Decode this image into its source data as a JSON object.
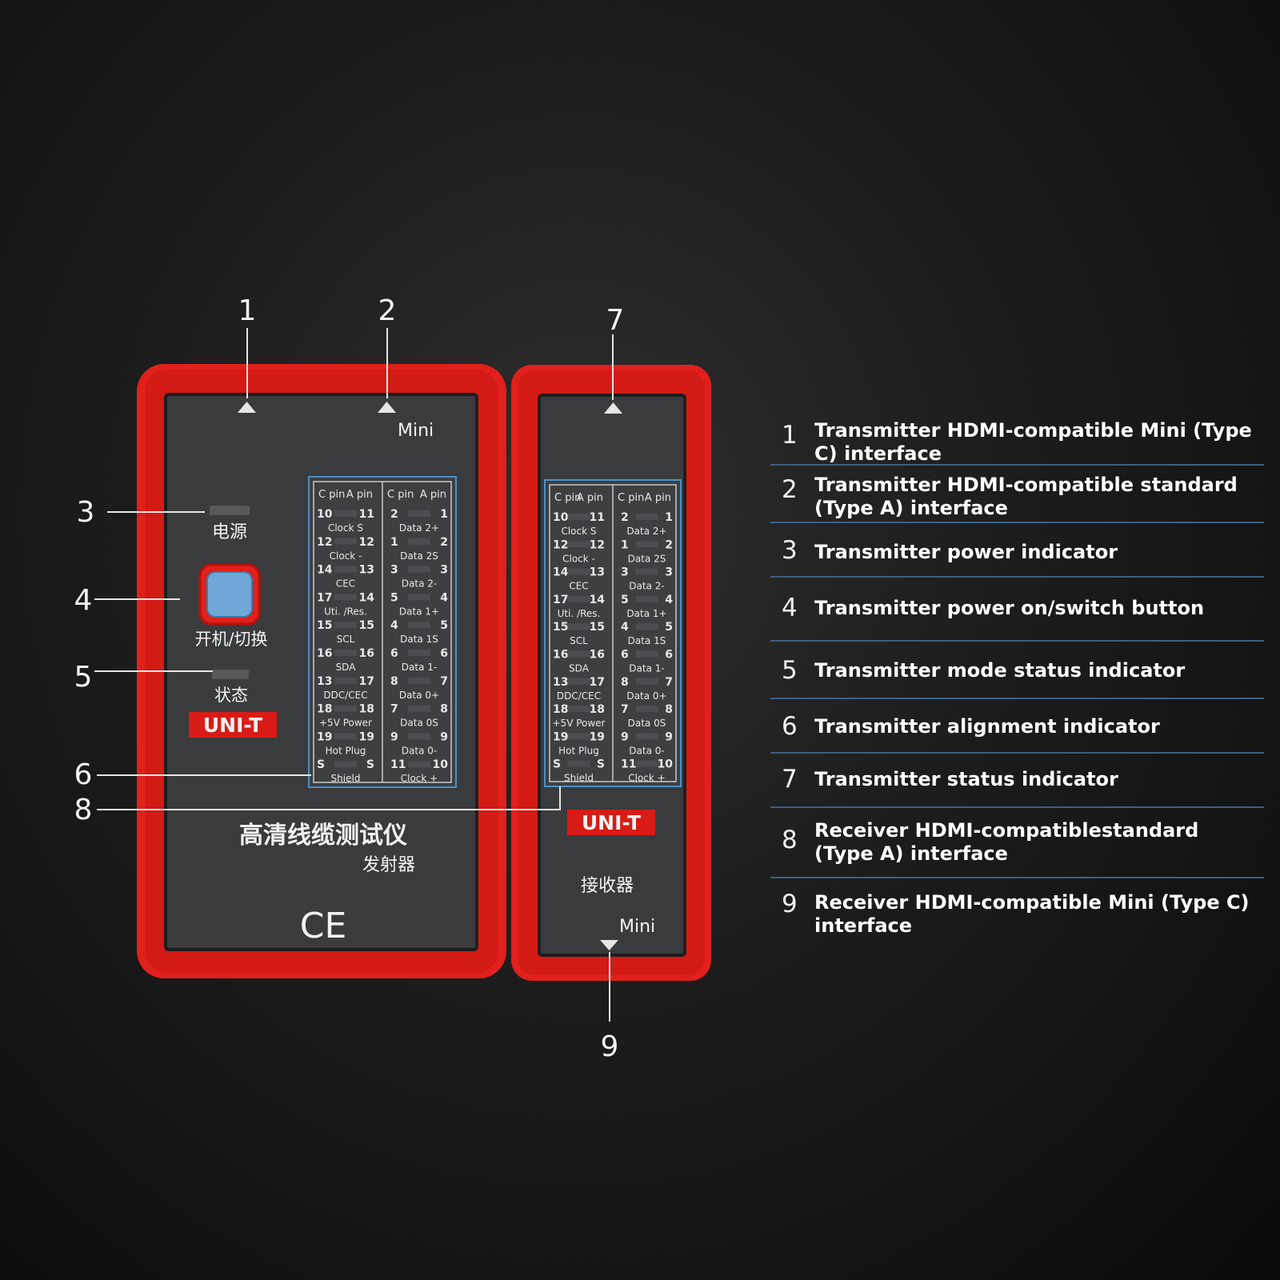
{
  "transmitter": {
    "mini_label": "Mini",
    "power_label": "电源",
    "button_label": "开机/切换",
    "status_label": "状态",
    "brand": "UNI-T",
    "title": "高清线缆测试仪",
    "subtitle": "发射器",
    "cert": "CE"
  },
  "receiver": {
    "brand": "UNI-T",
    "subtitle": "接收器",
    "mini_label": "Mini"
  },
  "pin_table": {
    "headers": [
      "C pin",
      "A pin",
      "C pin",
      "A pin"
    ],
    "left": [
      {
        "c": "10",
        "a": "11",
        "name": "Clock S"
      },
      {
        "c": "12",
        "a": "12",
        "name": "Clock -"
      },
      {
        "c": "14",
        "a": "13",
        "name": "CEC"
      },
      {
        "c": "17",
        "a": "14",
        "name": "Uti. /Res."
      },
      {
        "c": "15",
        "a": "15",
        "name": "SCL"
      },
      {
        "c": "16",
        "a": "16",
        "name": "SDA"
      },
      {
        "c": "13",
        "a": "17",
        "name": "DDC/CEC"
      },
      {
        "c": "18",
        "a": "18",
        "name": "+5V Power"
      },
      {
        "c": "19",
        "a": "19",
        "name": "Hot Plug"
      },
      {
        "c": "S",
        "a": "S",
        "name": "Shield"
      }
    ],
    "right": [
      {
        "c": "2",
        "a": "1",
        "name": "Data 2+"
      },
      {
        "c": "1",
        "a": "2",
        "name": "Data 2S"
      },
      {
        "c": "3",
        "a": "3",
        "name": "Data 2-"
      },
      {
        "c": "5",
        "a": "4",
        "name": "Data 1+"
      },
      {
        "c": "4",
        "a": "5",
        "name": "Data 1S"
      },
      {
        "c": "6",
        "a": "6",
        "name": "Data 1-"
      },
      {
        "c": "8",
        "a": "7",
        "name": "Data 0+"
      },
      {
        "c": "7",
        "a": "8",
        "name": "Data 0S"
      },
      {
        "c": "9",
        "a": "9",
        "name": "Data 0-"
      },
      {
        "c": "11",
        "a": "10",
        "name": "Clock +"
      }
    ]
  },
  "callouts": [
    "1",
    "2",
    "3",
    "4",
    "5",
    "6",
    "7",
    "8",
    "9"
  ],
  "legend": [
    {
      "num": "1",
      "text": "Transmitter HDMI-compatible Mini (Type C) interface"
    },
    {
      "num": "2",
      "text": "Transmitter HDMI-compatible standard (Type A) interface"
    },
    {
      "num": "3",
      "text": "Transmitter power indicator"
    },
    {
      "num": "4",
      "text": "Transmitter power on/switch button"
    },
    {
      "num": "5",
      "text": "Transmitter mode status indicator"
    },
    {
      "num": "6",
      "text": "Transmitter alignment indicator"
    },
    {
      "num": "7",
      "text": "Transmitter status indicator"
    },
    {
      "num": "8",
      "text": "Receiver HDMI-compatiblestandard (Type A) interface"
    },
    {
      "num": "9",
      "text": "Receiver HDMI-compatible Mini (Type C) interface"
    }
  ],
  "colors": {
    "casing_red": "#e0201b",
    "panel_dark": "#3a3b3d",
    "button_blue": "#6fa7d6",
    "table_border": "#4a90c8",
    "divider_blue": "#3d5f83"
  }
}
